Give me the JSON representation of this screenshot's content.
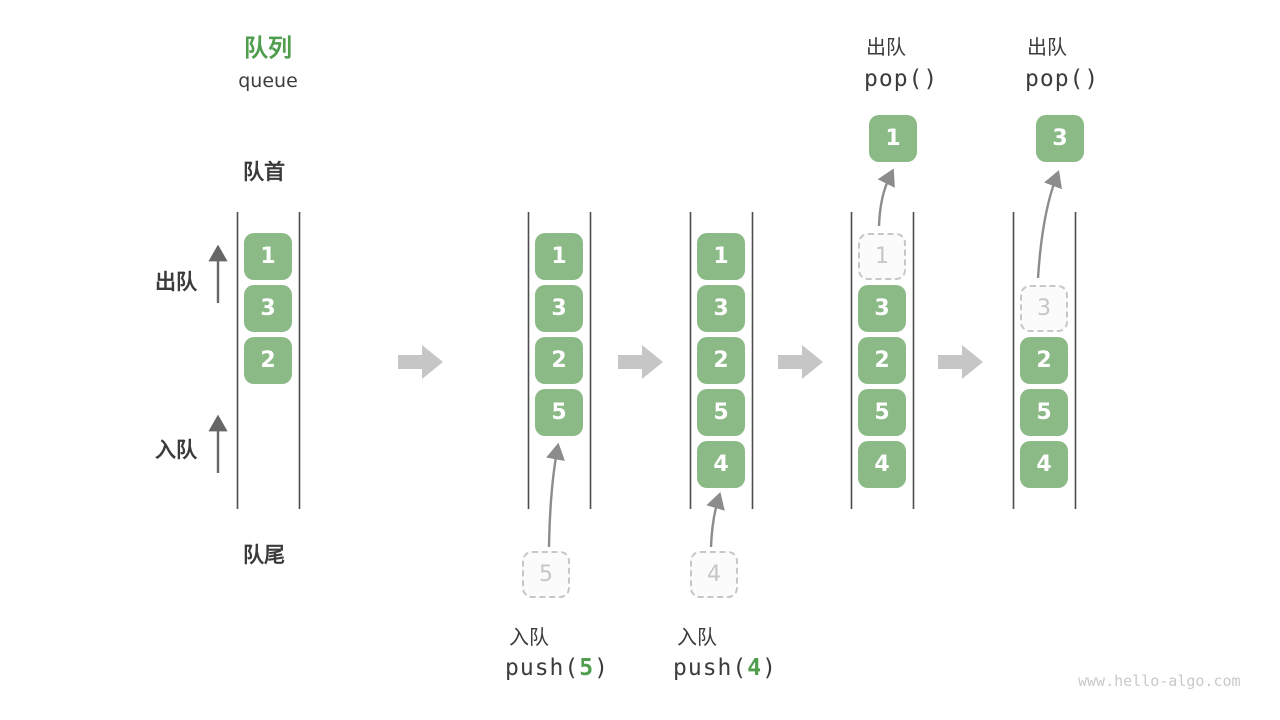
{
  "colors": {
    "box-green": "#8bba86",
    "accent-green": "#4e9e4e",
    "text-dark": "#3c3c3c",
    "ghost-gray": "#c6c6c6",
    "arrow-light": "#c6c6c6",
    "arrow-mid": "#8c8c8c",
    "arrow-dark": "#666666",
    "line-dark": "#4d4d4d",
    "watermark": "#c9c9c9"
  },
  "header": {
    "title_zh": "队列",
    "title_en": "queue"
  },
  "labels": {
    "front": "队首",
    "rear": "队尾",
    "dequeue_side": "出队",
    "enqueue_side": "入队"
  },
  "operations": {
    "push5": {
      "name": "入队",
      "code_pre": "push(",
      "arg": "5",
      "code_post": ")"
    },
    "push4": {
      "name": "入队",
      "code_pre": "push(",
      "arg": "4",
      "code_post": ")"
    },
    "pop1": {
      "name": "出队",
      "code": "pop()"
    },
    "pop2": {
      "name": "出队",
      "code": "pop()"
    }
  },
  "states": [
    {
      "slots": [
        "1",
        "3",
        "2"
      ]
    },
    {
      "slots": [
        "1",
        "3",
        "2",
        "5"
      ],
      "incoming": "5"
    },
    {
      "slots": [
        "1",
        "3",
        "2",
        "5",
        "4"
      ],
      "incoming": "4"
    },
    {
      "ghost": "1",
      "slots": [
        "3",
        "2",
        "5",
        "4"
      ],
      "popped": "1"
    },
    {
      "ghost": "3",
      "slots": [
        "2",
        "5",
        "4"
      ],
      "popped": "3"
    }
  ],
  "watermark": "www.hello-algo.com"
}
